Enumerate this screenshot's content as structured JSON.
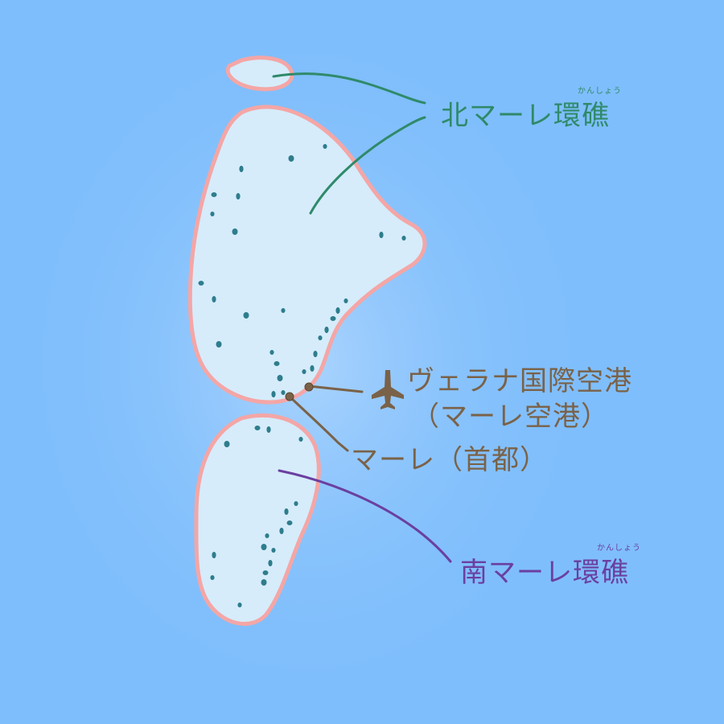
{
  "colors": {
    "ocean": "#7fbefc",
    "island_fill": "#d6ecfb",
    "reef_outline": "#f4a6a6",
    "islet": "#2e7d8c",
    "north_leader": "#2f8a6a",
    "south_leader": "#6b3fa0",
    "capital_leader": "#7a6248"
  },
  "labels": {
    "north_atoll": {
      "name": "北マーレ環礁",
      "ruby": "かんしょう"
    },
    "south_atoll": {
      "name": "南マーレ環礁",
      "ruby": "かんしょう"
    },
    "airport": {
      "name": "ヴェラナ国際空港",
      "alias": "（マーレ空港）",
      "icon": "airplane-icon"
    },
    "capital": {
      "name": "マーレ（首都）",
      "icon": "capital-marker-icon"
    }
  }
}
